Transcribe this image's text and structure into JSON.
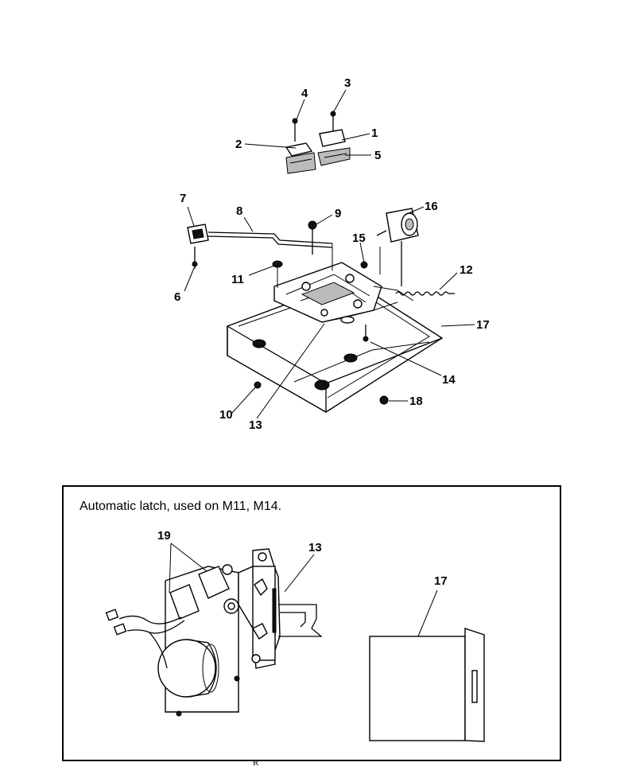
{
  "callouts": {
    "c1": "1",
    "c2": "2",
    "c3": "3",
    "c4": "4",
    "c5": "5",
    "c6": "6",
    "c7": "7",
    "c8": "8",
    "c9": "9",
    "c10": "10",
    "c11": "11",
    "c12": "12",
    "c13": "13",
    "c14": "14",
    "c15": "15",
    "c16": "16",
    "c17": "17",
    "c18": "18"
  },
  "inset": {
    "title": "Automatic latch, used on M11, M14.",
    "callout_19": "19",
    "callout_13": "13",
    "callout_17": "17"
  },
  "footer": {
    "mark": "R"
  }
}
